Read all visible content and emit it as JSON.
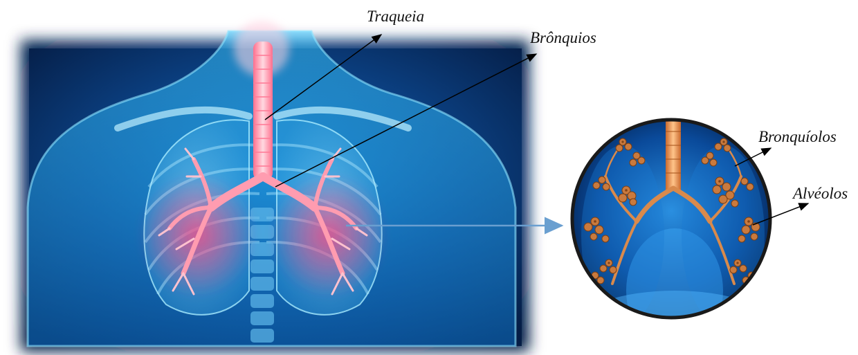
{
  "labels": {
    "traqueia": "Traqueia",
    "bronquios": "Brônquios",
    "bronquiolos": "Bronquíolos",
    "alveolos": "Alvéolos"
  },
  "colors": {
    "body_glow": "#1ea5e8",
    "body_dark": "#072a55",
    "airway": "#ff8a9c",
    "airway_core": "#ffe3e8",
    "alveoli": "#d4894e",
    "callout_arrow": "#6a9fd0",
    "leader_line": "#000000"
  }
}
